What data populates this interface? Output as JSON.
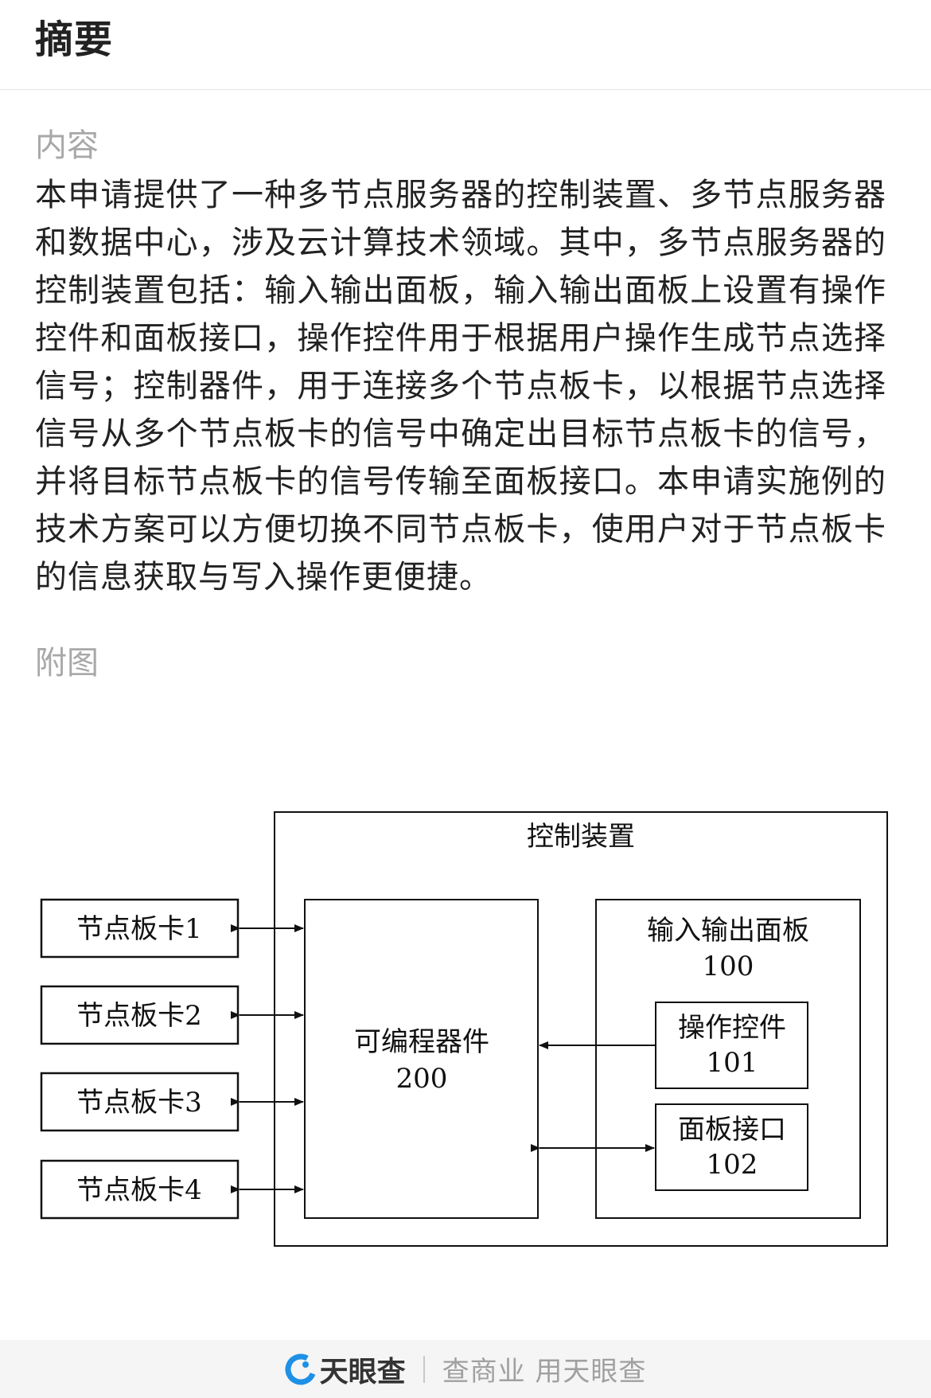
{
  "header": {
    "title": "摘要"
  },
  "content": {
    "label": "内容",
    "abstract": "本申请提供了一种多节点服务器的控制装置、多节点服务器和数据中心，涉及云计算技术领域。其中，多节点服务器的控制装置包括：输入输出面板，输入输出面板上设置有操作控件和面板接口，操作控件用于根据用户操作生成节点选择信号；控制器件，用于连接多个节点板卡，以根据节点选择信号从多个节点板卡的信号中确定出目标节点板卡的信号，并将目标节点板卡的信号传输至面板接口。本申请实施例的技术方案可以方便切换不同节点板卡，使用户对于节点板卡的信息获取与写入操作更便捷。"
  },
  "figure": {
    "label": "附图",
    "diagram": {
      "outer_box_label": "控制装置",
      "node_cards": [
        "节点板卡1",
        "节点板卡2",
        "节点板卡3",
        "节点板卡4"
      ],
      "programmable_device": {
        "name": "可编程器件",
        "number": "200"
      },
      "io_panel": {
        "name": "输入输出面板",
        "number": "100"
      },
      "operation_control": {
        "name": "操作控件",
        "number": "101"
      },
      "panel_interface": {
        "name": "面板接口",
        "number": "102"
      }
    }
  },
  "footer": {
    "brand": "天眼查",
    "slogan": "查商业 用天眼查",
    "brand_color": "#1e90e6"
  }
}
